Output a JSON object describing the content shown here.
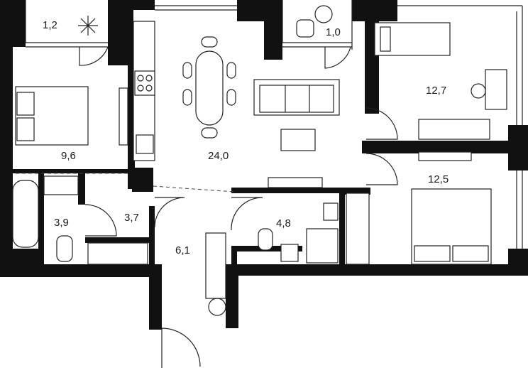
{
  "rooms": [
    {
      "key": "balcony_left",
      "area": "1,2"
    },
    {
      "key": "balcony_right",
      "area": "1,0"
    },
    {
      "key": "bedroom_left",
      "area": "9,6"
    },
    {
      "key": "living_kitchen",
      "area": "24,0"
    },
    {
      "key": "bedroom_top_right",
      "area": "12,7"
    },
    {
      "key": "bedroom_bottom_right",
      "area": "12,5"
    },
    {
      "key": "bathroom",
      "area": "3,9"
    },
    {
      "key": "corridor_small",
      "area": "3,7"
    },
    {
      "key": "laundry_wc",
      "area": "4,8"
    },
    {
      "key": "hall",
      "area": "6,1"
    }
  ],
  "colors": {
    "wall": "#111111",
    "line": "#222222",
    "background": "#ffffff"
  }
}
